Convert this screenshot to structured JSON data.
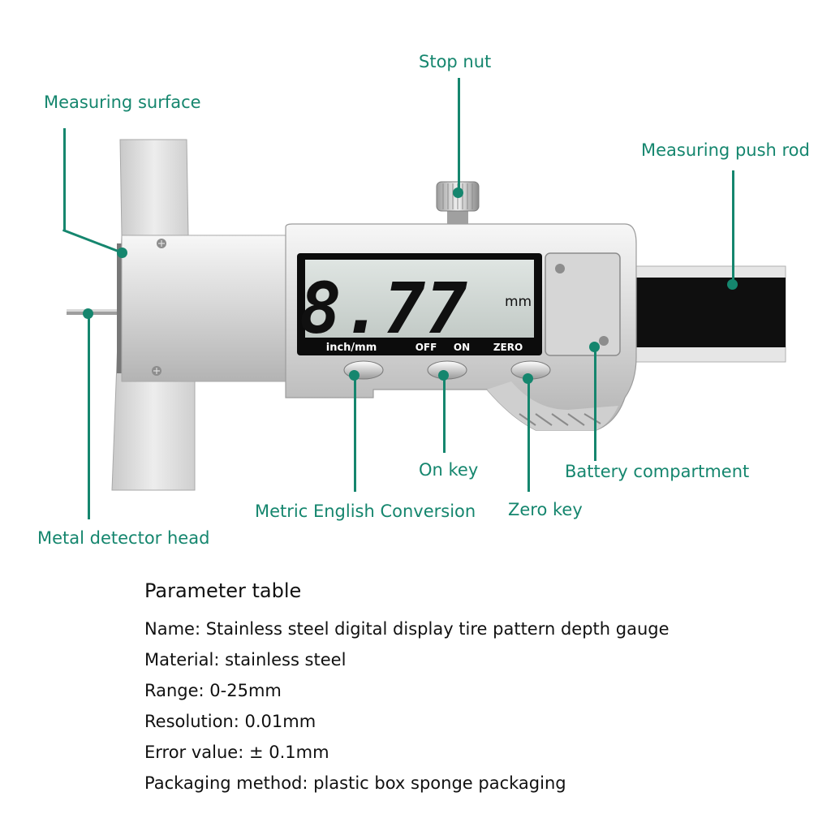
{
  "device": {
    "display_value": "8.77",
    "display_unit": "mm",
    "buttons": {
      "inch_mm": "inch/mm",
      "off": "OFF",
      "on": "ON",
      "zero": "ZERO"
    }
  },
  "callouts": {
    "stop_nut": "Stop nut",
    "measuring_surface": "Measuring surface",
    "measuring_push_rod": "Measuring push rod",
    "metal_detector_head": "Metal detector head",
    "metric_english_conversion": "Metric English Conversion",
    "on_key": "On key",
    "zero_key": "Zero key",
    "battery_compartment": "Battery compartment"
  },
  "colors": {
    "callout": "#15866e",
    "steel_light": "#f2f2f2",
    "steel_dark": "#a9a9a9",
    "lcd": "#cfd6d3"
  },
  "parameters": {
    "title": "Parameter table",
    "rows": [
      "Name: Stainless steel digital display tire pattern depth gauge",
      "Material: stainless steel",
      "Range: 0-25mm",
      "Resolution: 0.01mm",
      "Error value: ± 0.1mm",
      "Packaging method: plastic box sponge packaging"
    ]
  }
}
